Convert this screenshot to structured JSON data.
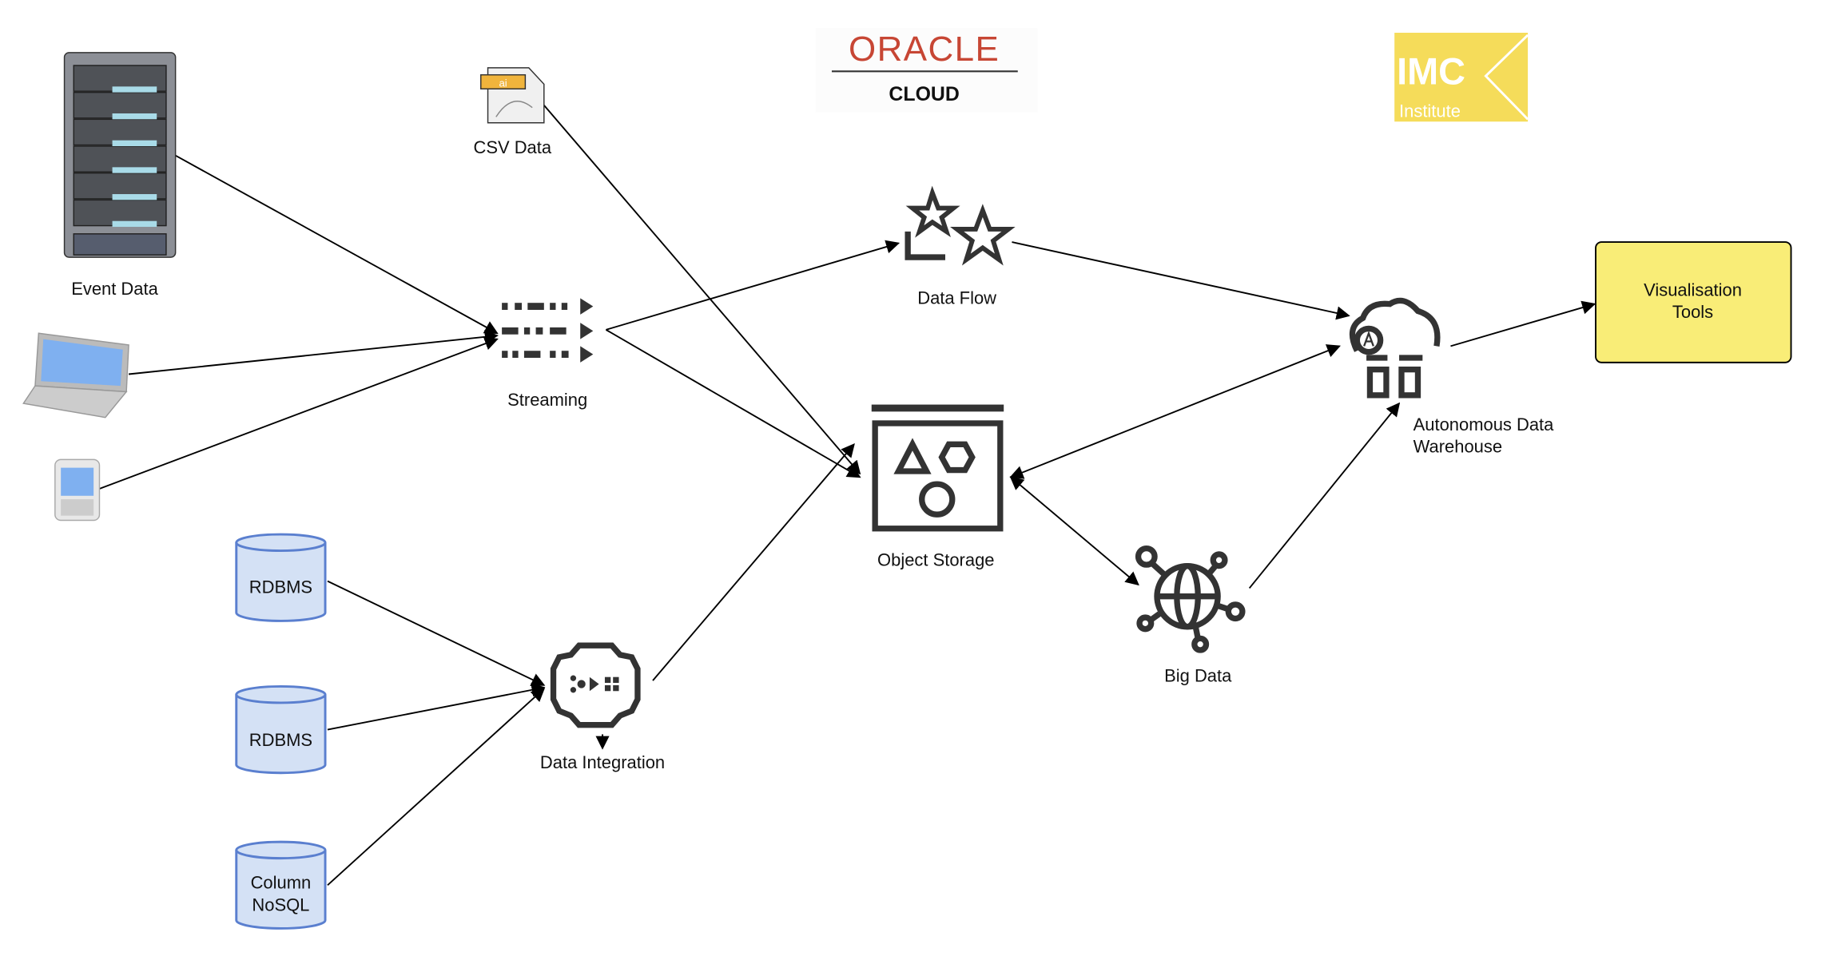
{
  "logos": {
    "oracle": {
      "brand": "ORACLE",
      "sub": "CLOUD",
      "color": "#c74634"
    },
    "imc": {
      "brand": "IMC",
      "sub": "Institute",
      "color": "#f5dc5a"
    }
  },
  "nodes": {
    "event_data": "Event Data",
    "csv_data": "CSV Data",
    "csv_badge": "ai",
    "streaming": "Streaming",
    "data_flow": "Data Flow",
    "object_storage": "Object Storage",
    "adw_line1": "Autonomous Data",
    "adw_line2": "Warehouse",
    "vis_line1": "Visualisation",
    "vis_line2": "Tools",
    "big_data": "Big Data",
    "rdbms1": "RDBMS",
    "rdbms2": "RDBMS",
    "nosql_line1": "Column",
    "nosql_line2": "NoSQL",
    "data_integration": "Data Integration"
  },
  "colors": {
    "vis_fill": "#f9ed77",
    "db_fill": "#d4e1f5",
    "db_stroke": "#5a7fcf"
  }
}
